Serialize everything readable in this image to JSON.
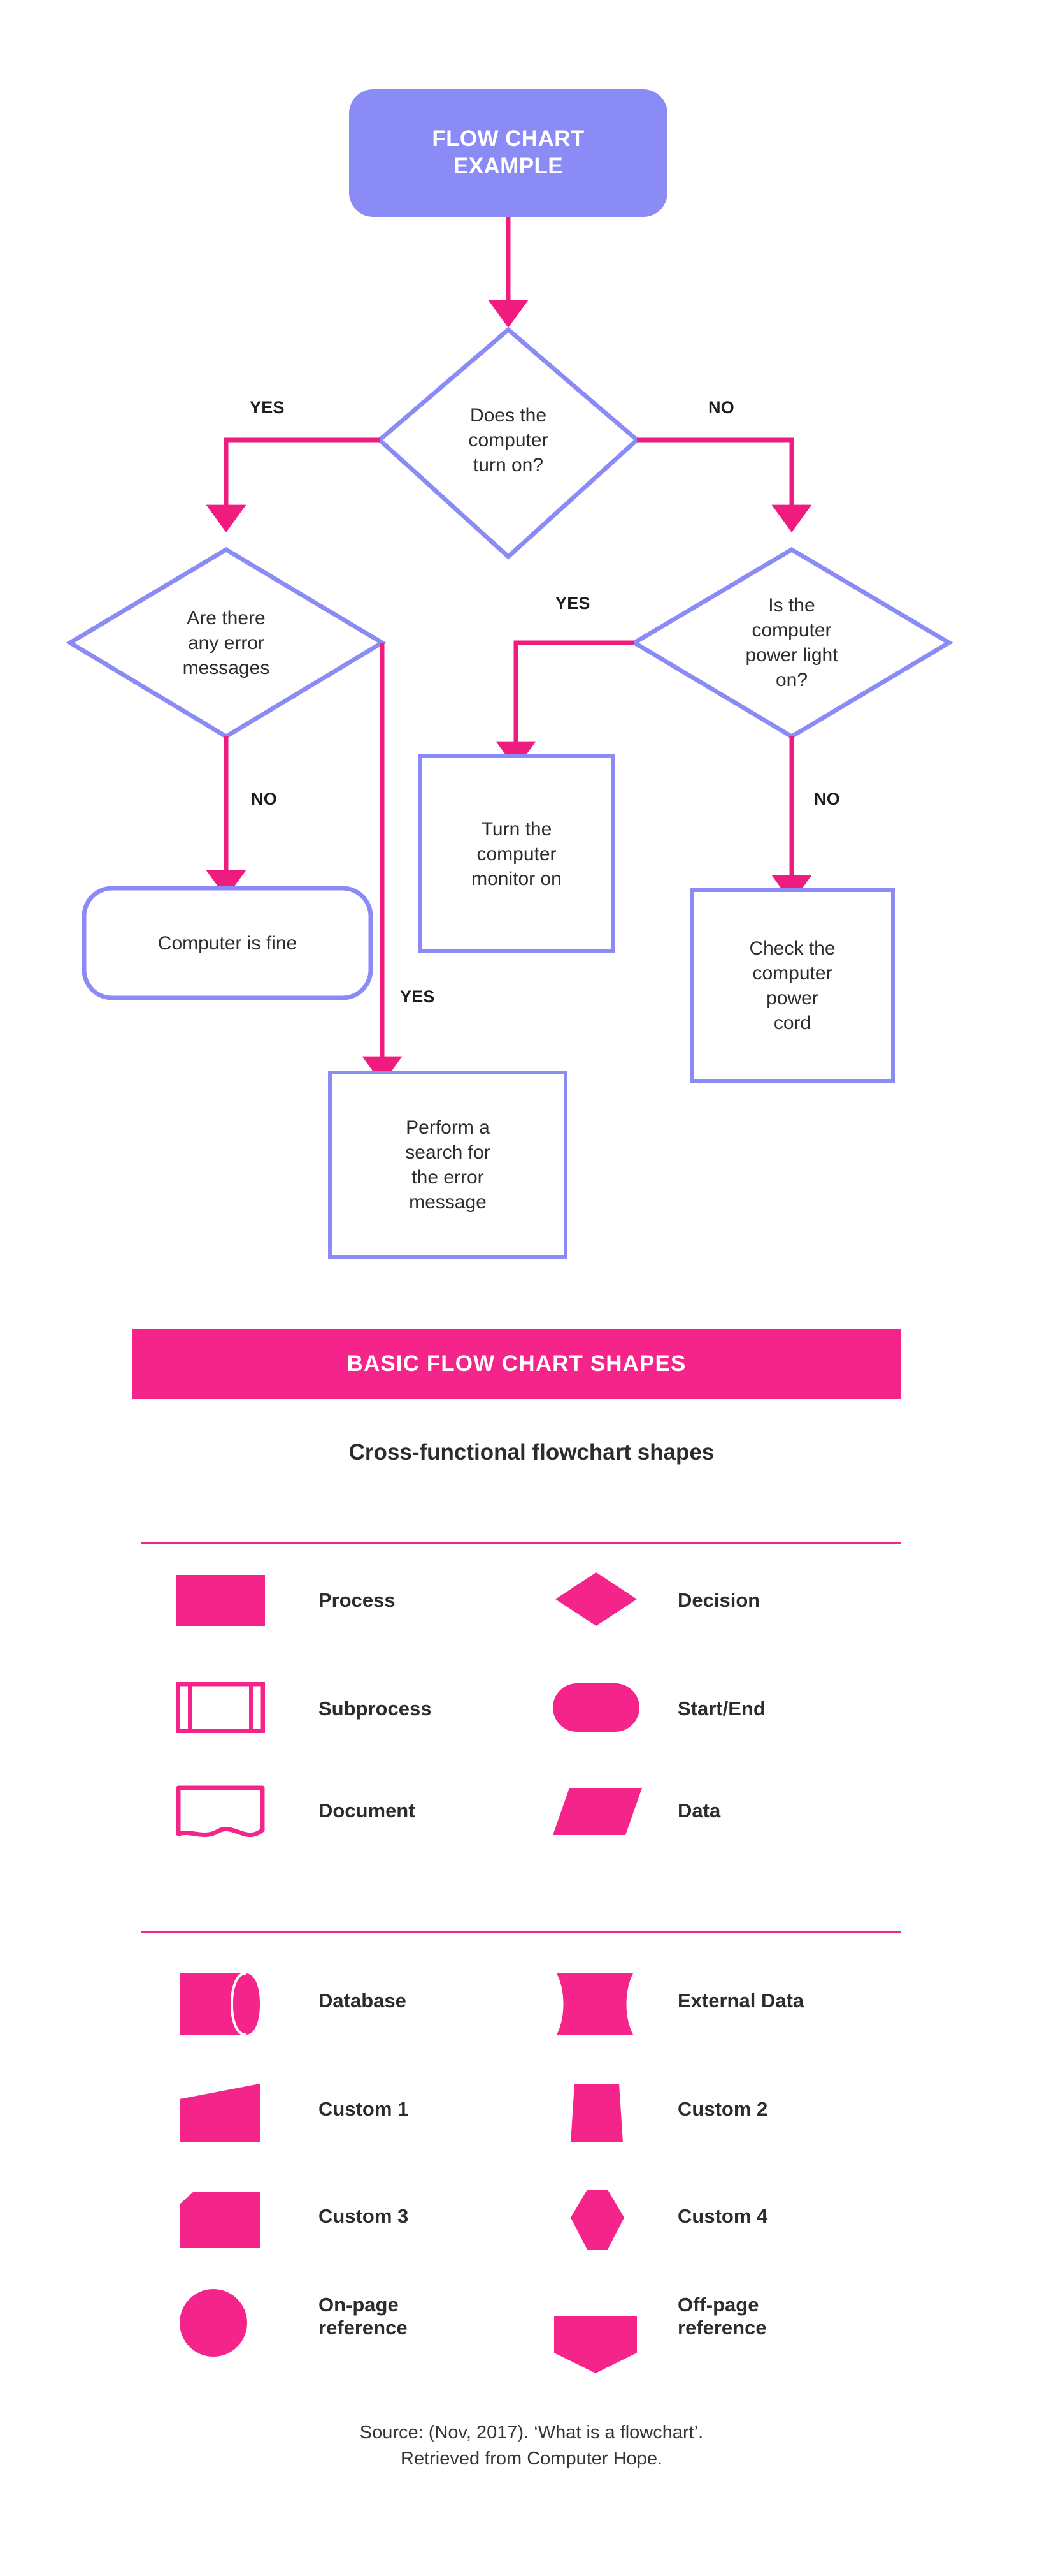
{
  "colors": {
    "purple": "#8b8bf5",
    "pink": "#f5248a",
    "arrow_pink": "#ef1b7f",
    "text_dark": "#2c2c2c",
    "white": "#ffffff",
    "background": "#ffffff"
  },
  "flowchart": {
    "title": "FLOW CHART EXAMPLE",
    "nodes": [
      {
        "id": "start",
        "shape": "rounded-rect",
        "label": "FLOW CHART EXAMPLE"
      },
      {
        "id": "d1",
        "shape": "diamond",
        "label": "Does the computer turn on?"
      },
      {
        "id": "d2",
        "shape": "diamond",
        "label": "Are there any error messages"
      },
      {
        "id": "d3",
        "shape": "diamond",
        "label": "Is the computer power light on?"
      },
      {
        "id": "monitor",
        "shape": "rect",
        "label": "Turn the computer monitor on"
      },
      {
        "id": "fine",
        "shape": "rounded-rect",
        "label": "Computer is fine"
      },
      {
        "id": "cord",
        "shape": "rect",
        "label": "Check the computer power cord"
      },
      {
        "id": "search",
        "shape": "rect",
        "label": "Perform a search for the error message"
      }
    ],
    "edge_labels": {
      "d1_yes": "YES",
      "d1_no": "NO",
      "d2_no": "NO",
      "d2_yes": "YES",
      "d3_yes": "YES",
      "d3_no": "NO"
    },
    "node_lines": {
      "start": [
        "FLOW CHART",
        "EXAMPLE"
      ],
      "d1": [
        "Does the",
        "computer",
        "turn on?"
      ],
      "d2": [
        "Are there",
        "any error",
        "messages"
      ],
      "d3": [
        "Is the",
        "computer",
        "power light",
        "on?"
      ],
      "monitor": [
        "Turn the",
        "computer",
        "monitor on"
      ],
      "fine": [
        "Computer is fine"
      ],
      "cord": [
        "Check the",
        "computer",
        "power",
        "cord"
      ],
      "search": [
        "Perform a",
        "search for",
        "the error",
        "message"
      ]
    }
  },
  "shapes_section": {
    "banner_title": "BASIC FLOW CHART SHAPES",
    "subtitle": "Cross-functional flowchart shapes",
    "group_one": [
      {
        "name": "Process",
        "icon": "process-rectangle-icon",
        "column": "left"
      },
      {
        "name": "Decision",
        "icon": "decision-diamond-icon",
        "column": "right"
      },
      {
        "name": "Subprocess",
        "icon": "subprocess-icon",
        "column": "left"
      },
      {
        "name": "Start/End",
        "icon": "start-end-pill-icon",
        "column": "right"
      },
      {
        "name": "Document",
        "icon": "document-wave-icon",
        "column": "left"
      },
      {
        "name": "Data",
        "icon": "data-parallelogram-icon",
        "column": "right"
      }
    ],
    "group_two": [
      {
        "name": "Database",
        "icon": "database-cylinder-icon",
        "column": "left"
      },
      {
        "name": "External Data",
        "icon": "external-data-icon",
        "column": "right"
      },
      {
        "name": "Custom 1",
        "icon": "custom-1-trapezoid-icon",
        "column": "left"
      },
      {
        "name": "Custom 2",
        "icon": "custom-2-trapezoid-icon",
        "column": "right"
      },
      {
        "name": "Custom 3",
        "icon": "custom-3-clipped-icon",
        "column": "left"
      },
      {
        "name": "Custom 4",
        "icon": "custom-4-hexagon-icon",
        "column": "right"
      },
      {
        "name": "On-page reference",
        "icon": "on-page-circle-icon",
        "column": "left",
        "lines": [
          "On-page",
          "reference"
        ]
      },
      {
        "name": "Off-page reference",
        "icon": "off-page-pentagon-icon",
        "column": "right",
        "lines": [
          "Off-page",
          "reference"
        ]
      }
    ]
  },
  "footer": {
    "line1": "Source: (Nov, 2017). ‘What is a flowchart’.",
    "line2": "Retrieved from Computer Hope."
  }
}
